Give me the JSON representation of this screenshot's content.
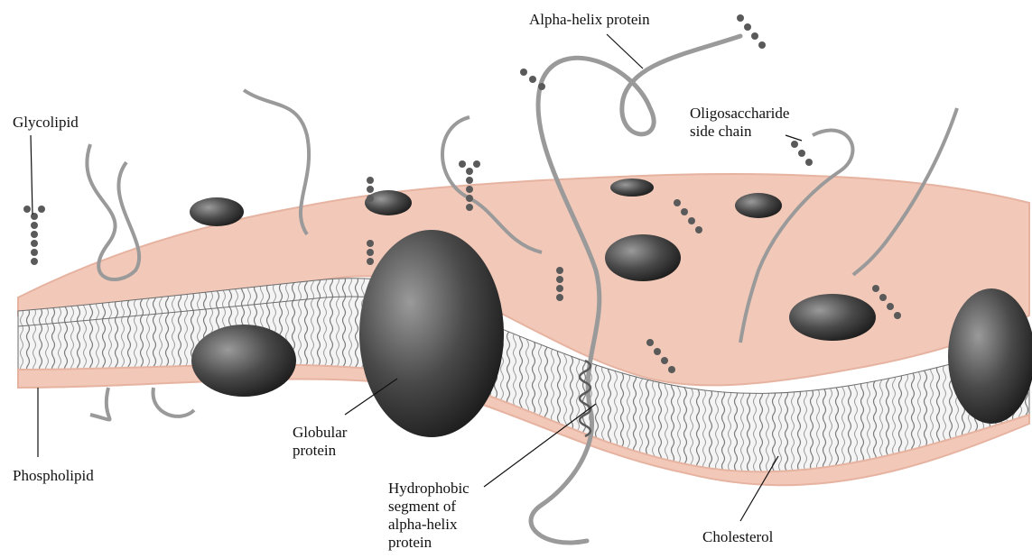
{
  "colors": {
    "membrane_surface": "#f2c8b8",
    "membrane_edge": "#e7b3a1",
    "protein_dark": "#3b3b3b",
    "protein_mid": "#707070",
    "tail_gray": "#9a9a9a",
    "leader_line": "#111111"
  },
  "labels": {
    "glycolipid": "Glycolipid",
    "alpha_helix_protein": "Alpha-helix protein",
    "oligosaccharide": [
      "Oligosaccharide",
      "side chain"
    ],
    "globular_protein": [
      "Globular",
      "protein"
    ],
    "phospholipid": "Phospholipid",
    "hydrophobic_segment": [
      "Hydrophobic",
      "segment of",
      "alpha-helix",
      "protein"
    ],
    "cholesterol": "Cholesterol"
  }
}
